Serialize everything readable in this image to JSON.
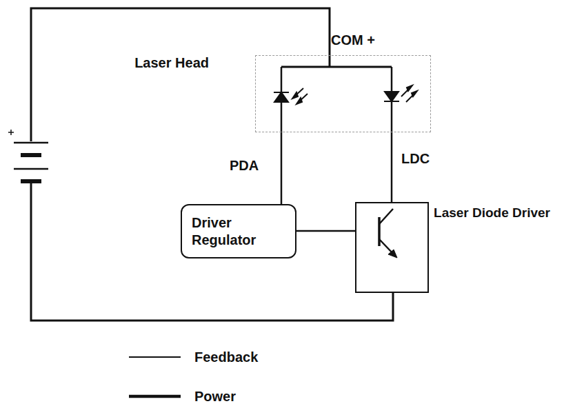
{
  "diagram": {
    "nodes": [
      {
        "text": [
          "Laser Head"
        ]
      },
      {
        "text": [
          "Driver Regulator"
        ]
      },
      {
        "text": [
          "Laser Diode Driver"
        ]
      }
    ],
    "edges": [
      {
        "from": 0,
        "to": 1,
        "arrow": "none",
        "label": "PDA"
      },
      {
        "from": 0,
        "to": 2,
        "arrow": "none",
        "label": "LDC"
      },
      {
        "from": 1,
        "to": 2,
        "arrow": "none"
      }
    ],
    "labels": [
      "COM +"
    ],
    "legend": [
      {
        "text": "Feedback"
      },
      {
        "text": "Power"
      }
    ]
  }
}
